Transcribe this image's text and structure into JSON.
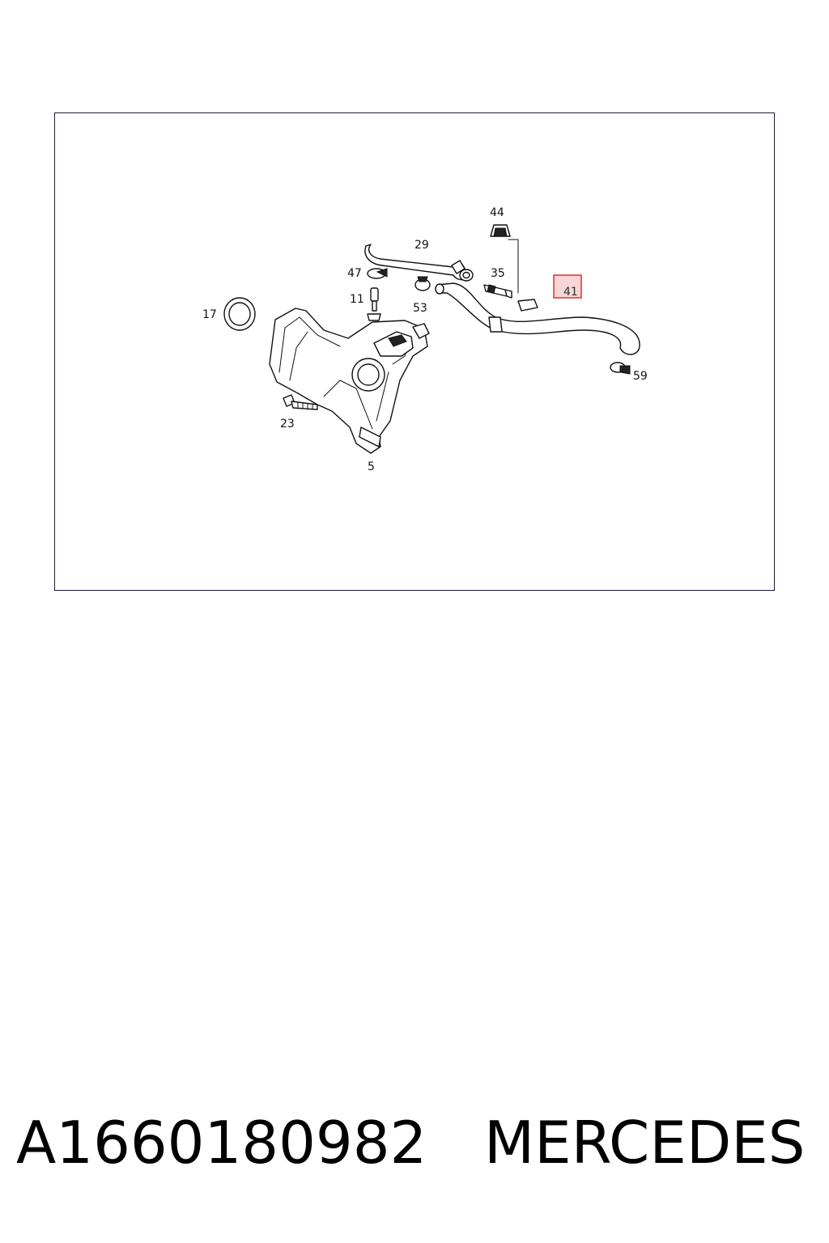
{
  "diagram": {
    "callouts": {
      "c44": "44",
      "c29": "29",
      "c47": "47",
      "c35": "35",
      "c41": "41",
      "c11": "11",
      "c53": "53",
      "c17": "17",
      "c59": "59",
      "c23": "23",
      "c5": "5"
    },
    "highlight_color": "#e03030",
    "highlight_fill": "#f6d6d6"
  },
  "footer": {
    "part_number": "A1660180982",
    "brand": "MERCEDES"
  }
}
